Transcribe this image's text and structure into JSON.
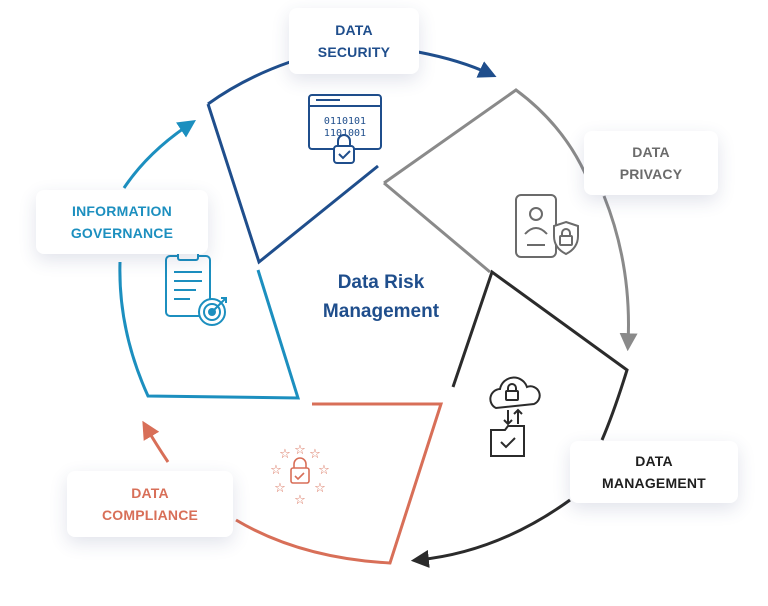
{
  "title": [
    "Data Risk",
    "Management"
  ],
  "segments": [
    {
      "id": "security",
      "label": [
        "DATA",
        "SECURITY"
      ],
      "color": "#1f4e8c",
      "icon": "binary-lock-icon"
    },
    {
      "id": "privacy",
      "label": [
        "DATA",
        "PRIVACY"
      ],
      "color": "#8a8a8a",
      "icon": "phone-user-shield-icon"
    },
    {
      "id": "management",
      "label": [
        "DATA",
        "MANAGEMENT"
      ],
      "color": "#2b2b2b",
      "icon": "cloud-lock-folder-icon"
    },
    {
      "id": "compliance",
      "label": [
        "DATA",
        "COMPLIANCE"
      ],
      "color": "#d86f58",
      "icon": "stars-lock-icon"
    },
    {
      "id": "governance",
      "label": [
        "INFORMATION",
        "GOVERNANCE"
      ],
      "color": "#1c8fbf",
      "icon": "clipboard-target-icon"
    }
  ]
}
